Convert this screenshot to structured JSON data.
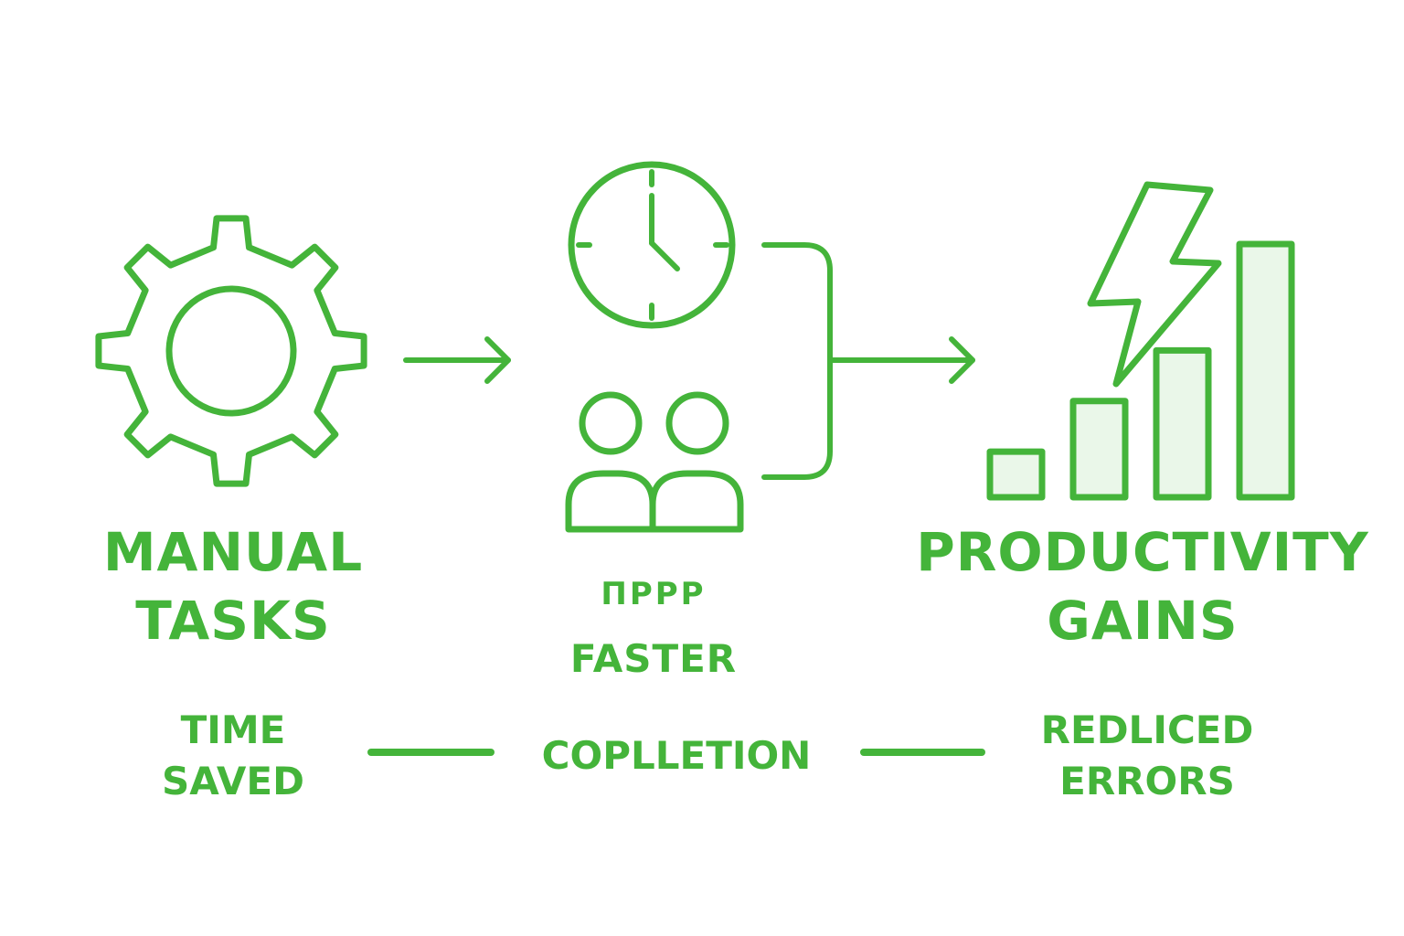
{
  "colors": {
    "accent": "#44b43a",
    "bar_fill": "#eaf7e9",
    "background": "#ffffff"
  },
  "icons": {
    "process": "gear-icon",
    "time": "clock-icon",
    "people": "users-icon",
    "growth": "bar-chart-icon",
    "power": "lightning-bolt-icon"
  },
  "labels": {
    "manual": [
      "MANUAL",
      "TASKS"
    ],
    "middle_garbled": "ΠPPP",
    "middle": "FASTER",
    "productivity": [
      "PRODUCTIVITY",
      "GAINS"
    ],
    "time_saved": [
      "TIME",
      "SAVED"
    ],
    "completion": "COPLLETION",
    "reduced": [
      "REDLICED",
      "ERRORS"
    ]
  },
  "growth_bars": [
    0.18,
    0.38,
    0.58,
    1.0
  ]
}
